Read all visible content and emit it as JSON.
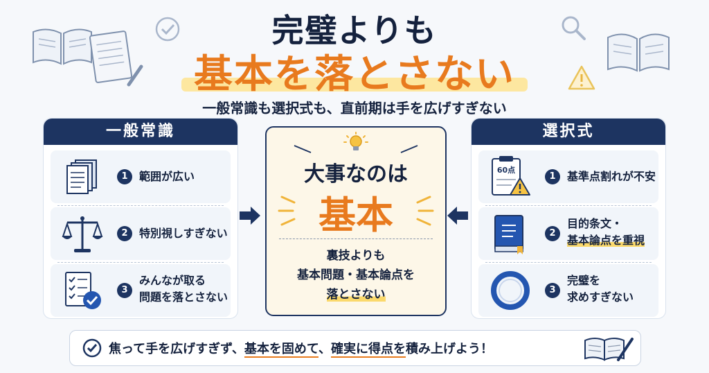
{
  "header": {
    "title_line1": "完璧よりも",
    "title_line2": "基本を落とさない",
    "subtitle": "一般常識も選択式も、直前期は手を広げすぎない"
  },
  "left_panel": {
    "heading": "一般常識",
    "items": [
      {
        "num": "1",
        "text": "範囲が広い",
        "icon": "documents-icon"
      },
      {
        "num": "2",
        "text": "特別視しすぎない",
        "icon": "scales-icon"
      },
      {
        "num": "3",
        "line1": "みんなが取る",
        "line2": "問題を落とさない",
        "icon": "checklist-icon"
      }
    ]
  },
  "center_card": {
    "line1": "大事なのは",
    "line2": "基本",
    "text1": "裏技よりも",
    "text2": "基本問題・基本論点を",
    "text3": "落とさない"
  },
  "right_panel": {
    "heading": "選択式",
    "items": [
      {
        "num": "1",
        "text": "基準点割れが不安",
        "icon": "clipboard-warning-icon",
        "badge": "60点"
      },
      {
        "num": "2",
        "line1": "目的条文・",
        "line2": "基本論点を重視",
        "icon": "book-icon"
      },
      {
        "num": "3",
        "line1": "完璧を",
        "line2": "求めすぎない",
        "icon": "ring-icon"
      }
    ]
  },
  "footer": {
    "part1": "焦って手を広げすぎず、",
    "part2": "基本を固めて",
    "part3": "、",
    "part4": "確実に得点を",
    "part5": "積み上げよう！"
  },
  "colors": {
    "navy": "#1d3461",
    "orange": "#e87a1e",
    "highlight": "#fde7a0"
  }
}
